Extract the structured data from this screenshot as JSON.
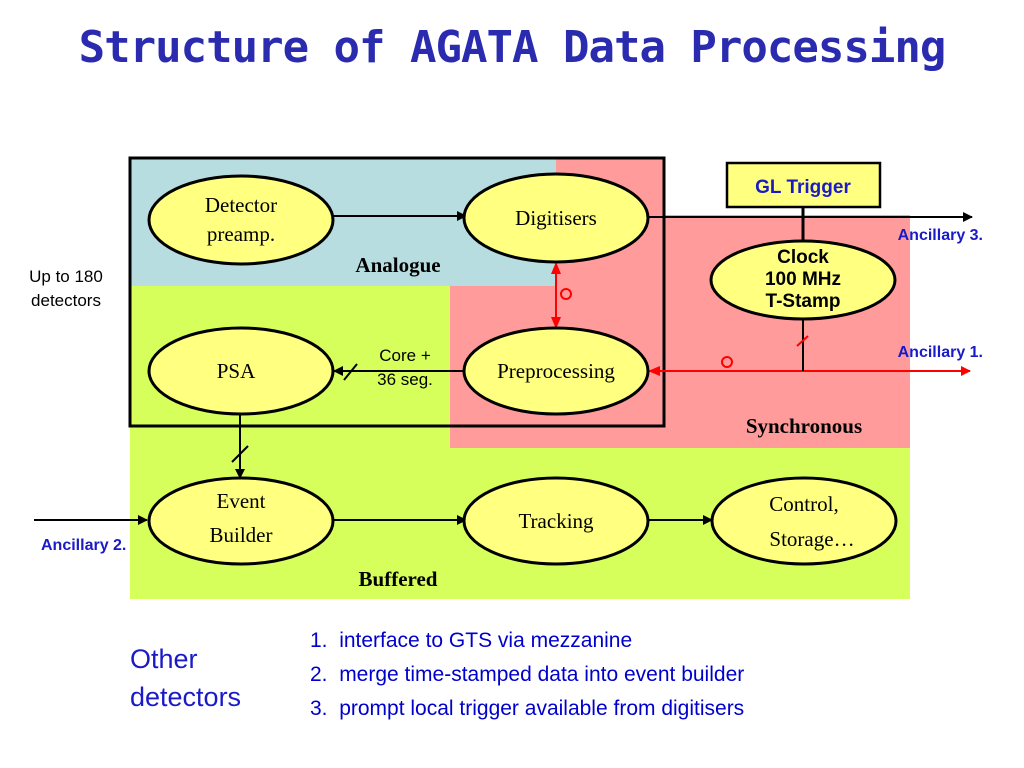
{
  "title": "Structure of AGATA Data Processing",
  "colors": {
    "title": "#2b2bb0",
    "analogue_region": "#b7dde0",
    "synchronous_region": "#ff9b9b",
    "buffered_region": "#d6ff5c",
    "node_fill": "#ffff80",
    "red_link": "#ff0000",
    "blue_text": "#0000cc"
  },
  "nodes": {
    "detector_preamp": [
      "Detector",
      "preamp."
    ],
    "digitisers": "Digitisers",
    "psa": "PSA",
    "preprocessing": "Preprocessing",
    "clock": [
      "Clock",
      "100 MHz",
      "T-Stamp"
    ],
    "gl_trigger": "GL Trigger",
    "event_builder": [
      "Event",
      "Builder"
    ],
    "tracking": "Tracking",
    "control_storage": [
      "Control,",
      "Storage…"
    ]
  },
  "regions": {
    "analogue": "Analogue",
    "synchronous": "Synchronous",
    "buffered": "Buffered"
  },
  "labels": {
    "up_to": [
      "Up to 180",
      "detectors"
    ],
    "core_seg": [
      "Core +",
      "36 seg."
    ],
    "ancillary_1": "Ancillary 1.",
    "ancillary_2": "Ancillary 2.",
    "ancillary_3": "Ancillary 3."
  },
  "other_detectors": [
    "Other",
    "detectors"
  ],
  "notes": [
    {
      "num": "1.",
      "text": "interface to GTS via mezzanine"
    },
    {
      "num": "2.",
      "text": "merge time-stamped data into event builder"
    },
    {
      "num": "3.",
      "text": "prompt local trigger available from digitisers"
    }
  ]
}
